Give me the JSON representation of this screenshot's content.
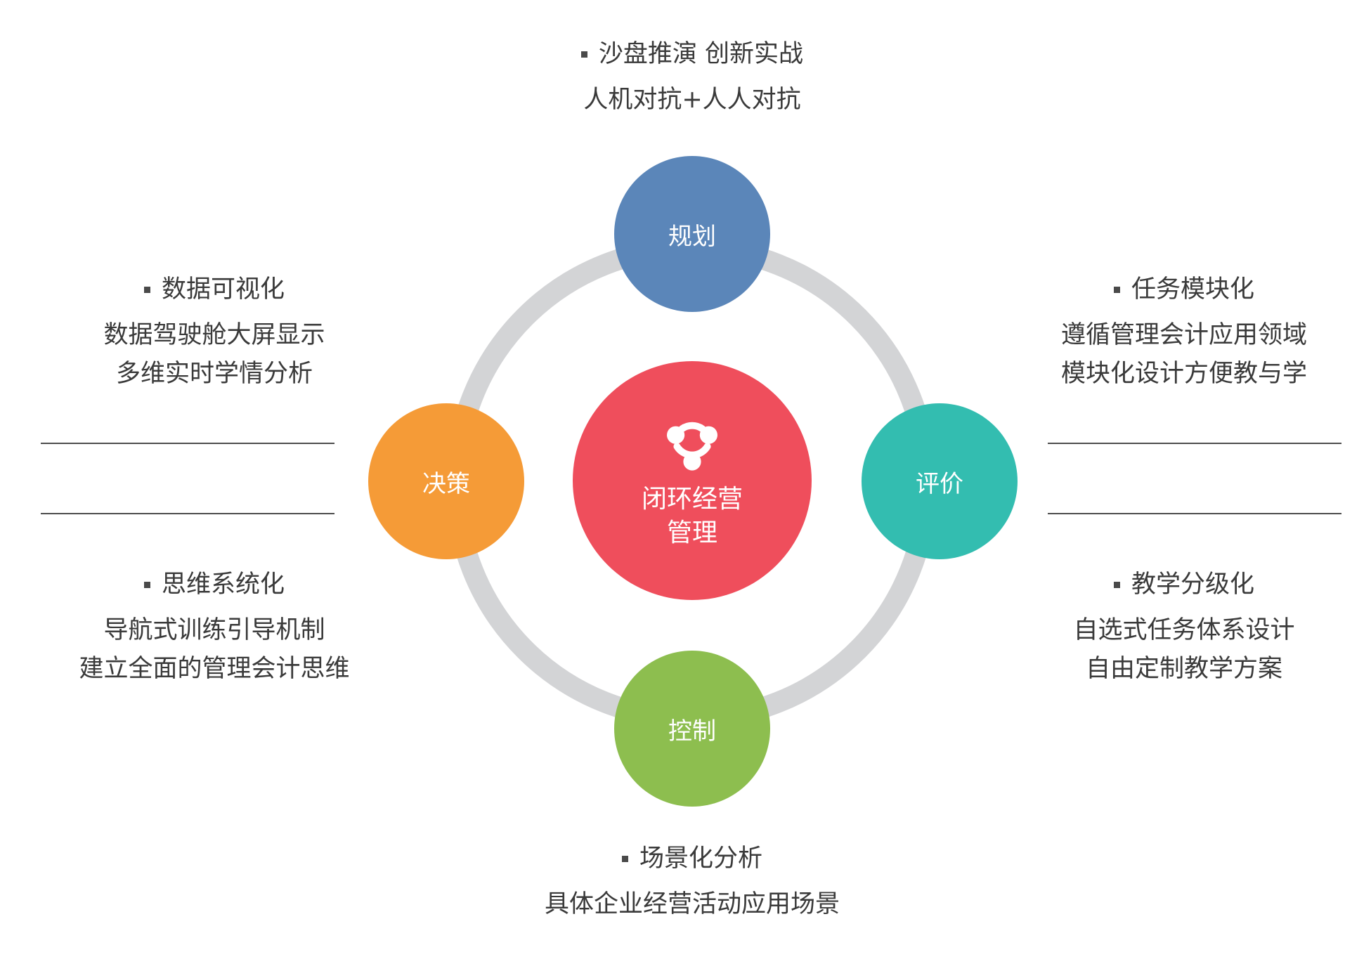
{
  "center": {
    "line1": "闭环经营",
    "line2": "管理",
    "icon": "cycle-icon",
    "color": "#ef4e5c"
  },
  "ring_color": "#d3d4d6",
  "nodes": {
    "top": {
      "label": "规划",
      "color": "#5b86b9"
    },
    "right": {
      "label": "评价",
      "color": "#33bdb0"
    },
    "bottom": {
      "label": "控制",
      "color": "#8dbe4f"
    },
    "left": {
      "label": "决策",
      "color": "#f59b37"
    }
  },
  "blocks": {
    "top": {
      "title": "沙盘推演 创新实战",
      "lines": [
        "人机对抗+人人对抗"
      ]
    },
    "upper_left": {
      "title": "数据可视化",
      "lines": [
        "数据驾驶舱大屏显示",
        "多维实时学情分析"
      ]
    },
    "upper_right": {
      "title": "任务模块化",
      "lines": [
        "遵循管理会计应用领域",
        "模块化设计方便教与学"
      ]
    },
    "lower_left": {
      "title": "思维系统化",
      "lines": [
        "导航式训练引导机制",
        "建立全面的管理会计思维"
      ]
    },
    "lower_right": {
      "title": "教学分级化",
      "lines": [
        "自选式任务体系设计",
        "自由定制教学方案"
      ]
    },
    "bottom": {
      "title": "场景化分析",
      "lines": [
        "具体企业经营活动应用场景"
      ]
    }
  }
}
